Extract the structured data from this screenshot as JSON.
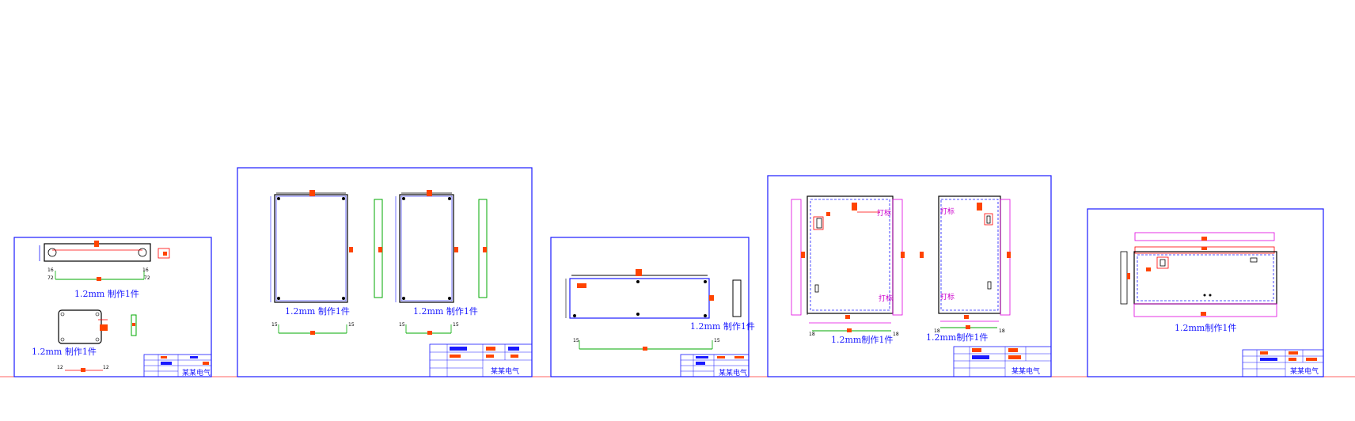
{
  "colors": {
    "frame": "#1a1aff",
    "part": "#000000",
    "dimension_green": "#00aa00",
    "dimension_magenta": "#e000e0",
    "marker": "#ff4400",
    "baseline": "#ff6666"
  },
  "sheets": [
    {
      "id": "sheet-1",
      "labels": [
        "1.2mm 制作1件",
        "1.2mm 制作1件"
      ],
      "dims": [
        "16",
        "16",
        "72",
        "72",
        "12",
        "12"
      ],
      "title_block": "某某电气"
    },
    {
      "id": "sheet-2",
      "labels": [
        "1.2mm 制作1件",
        "1.2mm 制作1件"
      ],
      "dims": [
        "15",
        "15",
        "15",
        "15"
      ],
      "title_block": "某某电气"
    },
    {
      "id": "sheet-3",
      "labels": [
        "1.2mm 制作1件"
      ],
      "dims": [
        "15",
        "15"
      ],
      "title_block": "某某电气"
    },
    {
      "id": "sheet-4",
      "labels": [
        "1.2mm制作1件",
        "1.2mm制作1件"
      ],
      "annotations": [
        "打标",
        "打标",
        "打标",
        "打标"
      ],
      "dims": [
        "18",
        "18",
        "18",
        "18"
      ],
      "title_block": "某某电气"
    },
    {
      "id": "sheet-5",
      "labels": [
        "1.2mm制作1件"
      ],
      "title_block": "某某电气"
    }
  ]
}
